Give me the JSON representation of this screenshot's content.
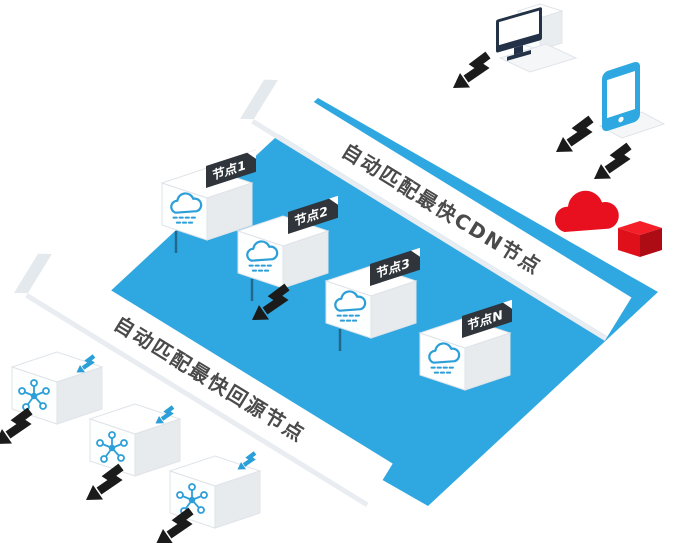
{
  "diagram": {
    "banner_cdn": {
      "label": "自动匹配最快CDN节点"
    },
    "banner_origin": {
      "label": "自动匹配最快回源节点"
    },
    "cdn_nodes": [
      {
        "label": "节点1"
      },
      {
        "label": "节点2"
      },
      {
        "label": "节点3"
      },
      {
        "label": "节点N"
      }
    ],
    "colors": {
      "plane_blue": "#2FA8E1",
      "icon_blue": "#2D9FD8",
      "flag_dark": "#2F353B",
      "banner_text": "#4A4A4A",
      "arrow_black": "#1B1B1B",
      "device_navy": "#233246",
      "red": "#E8101E"
    }
  }
}
